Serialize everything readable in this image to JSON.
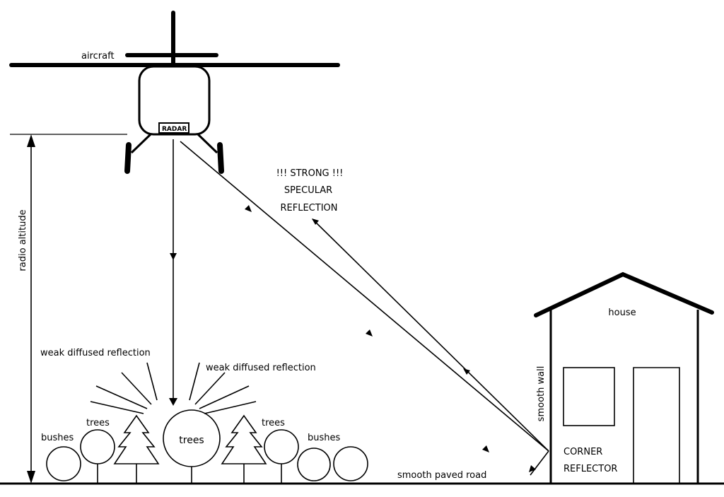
{
  "labels": {
    "aircraft": "aircraft",
    "radar": "RADAR",
    "radio_altitude": "radio altitude",
    "strong": "!!! STRONG !!!",
    "specular": "SPECULAR",
    "reflection": "REFLECTION",
    "weak_left": "weak diffused reflection",
    "weak_right": "weak diffused reflection",
    "trees_left": "trees",
    "trees_center": "trees",
    "trees_right": "trees",
    "bushes_left": "bushes",
    "bushes_right": "bushes",
    "house": "house",
    "smooth_wall": "smooth wall",
    "corner": "CORNER",
    "reflector": "REFLECTOR",
    "road": "smooth paved road"
  }
}
